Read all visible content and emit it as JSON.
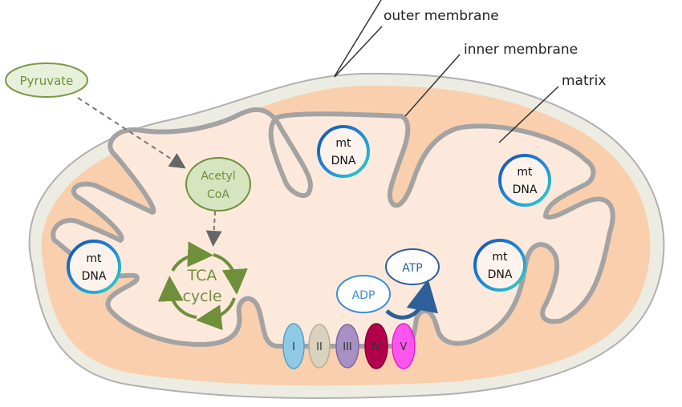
{
  "labels": {
    "outer_membrane": "outer membrane",
    "inner_membrane": "inner membrane",
    "matrix": "matrix"
  },
  "metabolites": {
    "pyruvate": "Pyruvate",
    "acetyl_coa_line1": "Acetyl",
    "acetyl_coa_line2": "CoA",
    "tca_line1": "TCA",
    "tca_line2": "cycle",
    "adp": "ADP",
    "atp": "ATP"
  },
  "mtdna": [
    {
      "line1": "mt",
      "line2": "DNA"
    },
    {
      "line1": "mt",
      "line2": "DNA"
    },
    {
      "line1": "mt",
      "line2": "DNA"
    },
    {
      "line1": "mt",
      "line2": "DNA"
    }
  ],
  "complexes": [
    {
      "label": "I",
      "color": "#8ecae6"
    },
    {
      "label": "II",
      "color": "#d8d2be"
    },
    {
      "label": "III",
      "color": "#a690c4"
    },
    {
      "label": "IV",
      "color": "#b3004b"
    },
    {
      "label": "V",
      "color": "#ff55ee"
    }
  ],
  "colors": {
    "outer_membrane_fill": "#ededE4",
    "intermembrane_space": "#f9cfad",
    "matrix_fill": "#fde9dc",
    "membrane_stroke": "#a3a3a3",
    "green": "#6f8f3a",
    "green_fill": "#d8e6c3",
    "dna_blue": "#1565c0",
    "dna_teal": "#2ad4c4",
    "adp_blue": "#3a8fd0",
    "atp_blue": "#2f5f99"
  }
}
